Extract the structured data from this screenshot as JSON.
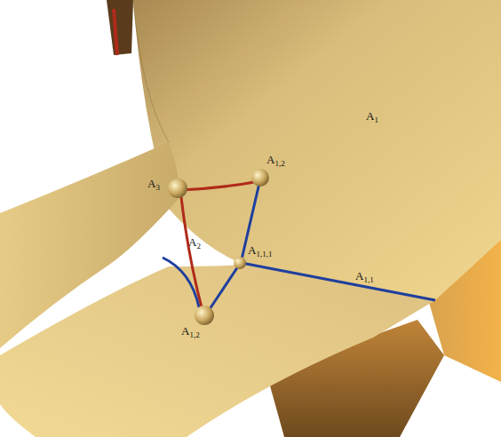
{
  "diagram": {
    "labels": [
      "A1",
      "A1,2",
      "A3",
      "A2",
      "A1,1,1",
      "A1,1",
      "A1,2"
    ]
  }
}
